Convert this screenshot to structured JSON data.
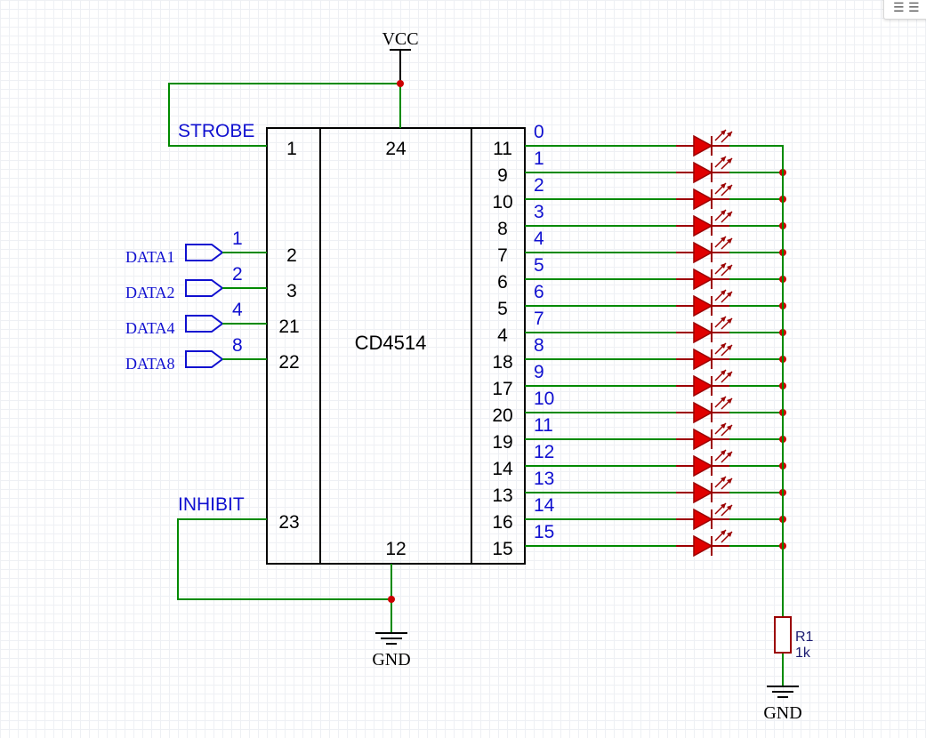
{
  "ic": {
    "name": "CD4514"
  },
  "pins": {
    "p1": "1",
    "p24": "24",
    "p2": "2",
    "p3": "3",
    "p21": "21",
    "p22": "22",
    "p23": "23",
    "p12": "12"
  },
  "power": {
    "vcc": "VCC",
    "gnd": "GND",
    "gnd2": "GND"
  },
  "nets": {
    "strobe": "STROBE",
    "inhibit": "INHIBIT"
  },
  "data_ports": [
    {
      "label": "DATA1",
      "net": "1"
    },
    {
      "label": "DATA2",
      "net": "2"
    },
    {
      "label": "DATA4",
      "net": "4"
    },
    {
      "label": "DATA8",
      "net": "8"
    }
  ],
  "outputs": [
    {
      "pin": "11",
      "net": "0"
    },
    {
      "pin": "9",
      "net": "1"
    },
    {
      "pin": "10",
      "net": "2"
    },
    {
      "pin": "8",
      "net": "3"
    },
    {
      "pin": "7",
      "net": "4"
    },
    {
      "pin": "6",
      "net": "5"
    },
    {
      "pin": "5",
      "net": "6"
    },
    {
      "pin": "4",
      "net": "7"
    },
    {
      "pin": "18",
      "net": "8"
    },
    {
      "pin": "17",
      "net": "9"
    },
    {
      "pin": "20",
      "net": "10"
    },
    {
      "pin": "19",
      "net": "11"
    },
    {
      "pin": "14",
      "net": "12"
    },
    {
      "pin": "13",
      "net": "13"
    },
    {
      "pin": "16",
      "net": "14"
    },
    {
      "pin": "15",
      "net": "15"
    }
  ],
  "resistor": {
    "ref": "R1",
    "value": "1k"
  },
  "corner": {
    "text": "☰ ☰"
  },
  "colors": {
    "wire": "#008a00",
    "led": "#e00000",
    "led_dark": "#9b0000",
    "junction": "#cc0000",
    "label": "#1010d0",
    "body": "#000000"
  }
}
